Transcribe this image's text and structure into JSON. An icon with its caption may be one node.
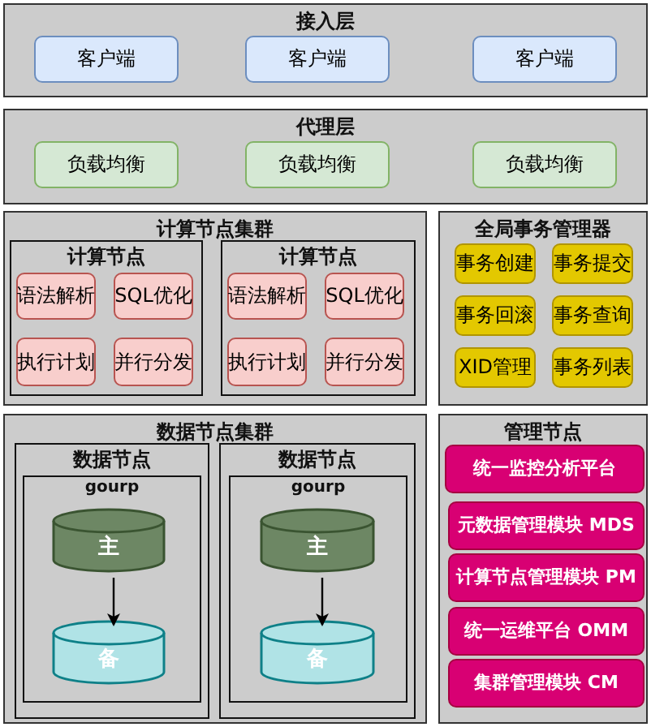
{
  "diagram": {
    "nodes": [
      {
        "text": [
          "接入层"
        ]
      },
      {
        "text": [
          "客户端"
        ],
        "in": 0
      },
      {
        "text": [
          "客户端"
        ],
        "in": 0
      },
      {
        "text": [
          "客户端"
        ],
        "in": 0
      },
      {
        "text": [
          "代理层"
        ]
      },
      {
        "text": [
          "负载均衡"
        ],
        "in": 4
      },
      {
        "text": [
          "负载均衡"
        ],
        "in": 4
      },
      {
        "text": [
          "负载均衡"
        ],
        "in": 4
      },
      {
        "text": [
          "计算节点集群"
        ]
      },
      {
        "text": [
          "计算节点"
        ],
        "in": 8
      },
      {
        "text": [
          "语法解析"
        ],
        "in": 9
      },
      {
        "text": [
          "SQL优化"
        ],
        "in": 9
      },
      {
        "text": [
          "执行计划"
        ],
        "in": 9
      },
      {
        "text": [
          "并行分发"
        ],
        "in": 9
      },
      {
        "text": [
          "计算节点"
        ],
        "in": 8
      },
      {
        "text": [
          "语法解析"
        ],
        "in": 14
      },
      {
        "text": [
          "SQL优化"
        ],
        "in": 14
      },
      {
        "text": [
          "执行计划"
        ],
        "in": 14
      },
      {
        "text": [
          "并行分发"
        ],
        "in": 14
      },
      {
        "text": [
          "全局事务管理器"
        ]
      },
      {
        "text": [
          "事务创建"
        ],
        "in": 19
      },
      {
        "text": [
          "事务提交"
        ],
        "in": 19
      },
      {
        "text": [
          "事务回滚"
        ],
        "in": 19
      },
      {
        "text": [
          "事务查询"
        ],
        "in": 19
      },
      {
        "text": [
          "XID管理"
        ],
        "in": 19
      },
      {
        "text": [
          "事务列表"
        ],
        "in": 19
      },
      {
        "text": [
          "数据节点集群"
        ]
      },
      {
        "text": [
          "数据节点"
        ],
        "in": 26
      },
      {
        "text": [
          "gourp"
        ],
        "in": 27
      },
      {
        "text": [
          "主"
        ],
        "in": 28
      },
      {
        "text": [
          "备"
        ],
        "in": 28
      },
      {
        "text": [
          "数据节点"
        ],
        "in": 26
      },
      {
        "text": [
          "gourp"
        ],
        "in": 31
      },
      {
        "text": [
          "主"
        ],
        "in": 32
      },
      {
        "text": [
          "备"
        ],
        "in": 32
      },
      {
        "text": [
          "管理节点"
        ]
      },
      {
        "text": [
          "统一监控分析平台"
        ],
        "in": 35
      },
      {
        "text": [
          "元数据管理模块 MDS"
        ],
        "in": 35
      },
      {
        "text": [
          "计算节点管理模块 PM"
        ],
        "in": 35
      },
      {
        "text": [
          "统一运维平台 OMM"
        ],
        "in": 35
      },
      {
        "text": [
          "集群管理模块 CM"
        ],
        "in": 35
      }
    ],
    "edges": [
      {
        "from": 29,
        "to": 30,
        "arrow": "to"
      },
      {
        "from": 33,
        "to": 34,
        "arrow": "to"
      }
    ]
  }
}
